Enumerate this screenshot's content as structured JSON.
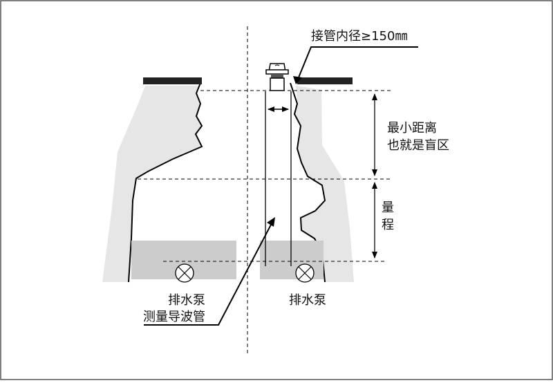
{
  "labels": {
    "pipe_diameter": "接管内径≥150㎜",
    "min_distance": "最小距离",
    "blind_zone": "也就是盲区",
    "range_char1": "量",
    "range_char2": "程",
    "pump_left": "排水泵",
    "pump_right": "排水泵",
    "guide_tube": "测量导波管"
  },
  "colors": {
    "shaft_fill": "#e6e6e6",
    "water_fill": "#cccccc",
    "line": "#000000",
    "flange": "#222222"
  },
  "icons": {
    "pump": "circle-x-pump-icon",
    "sensor": "ultrasonic-sensor-icon"
  }
}
